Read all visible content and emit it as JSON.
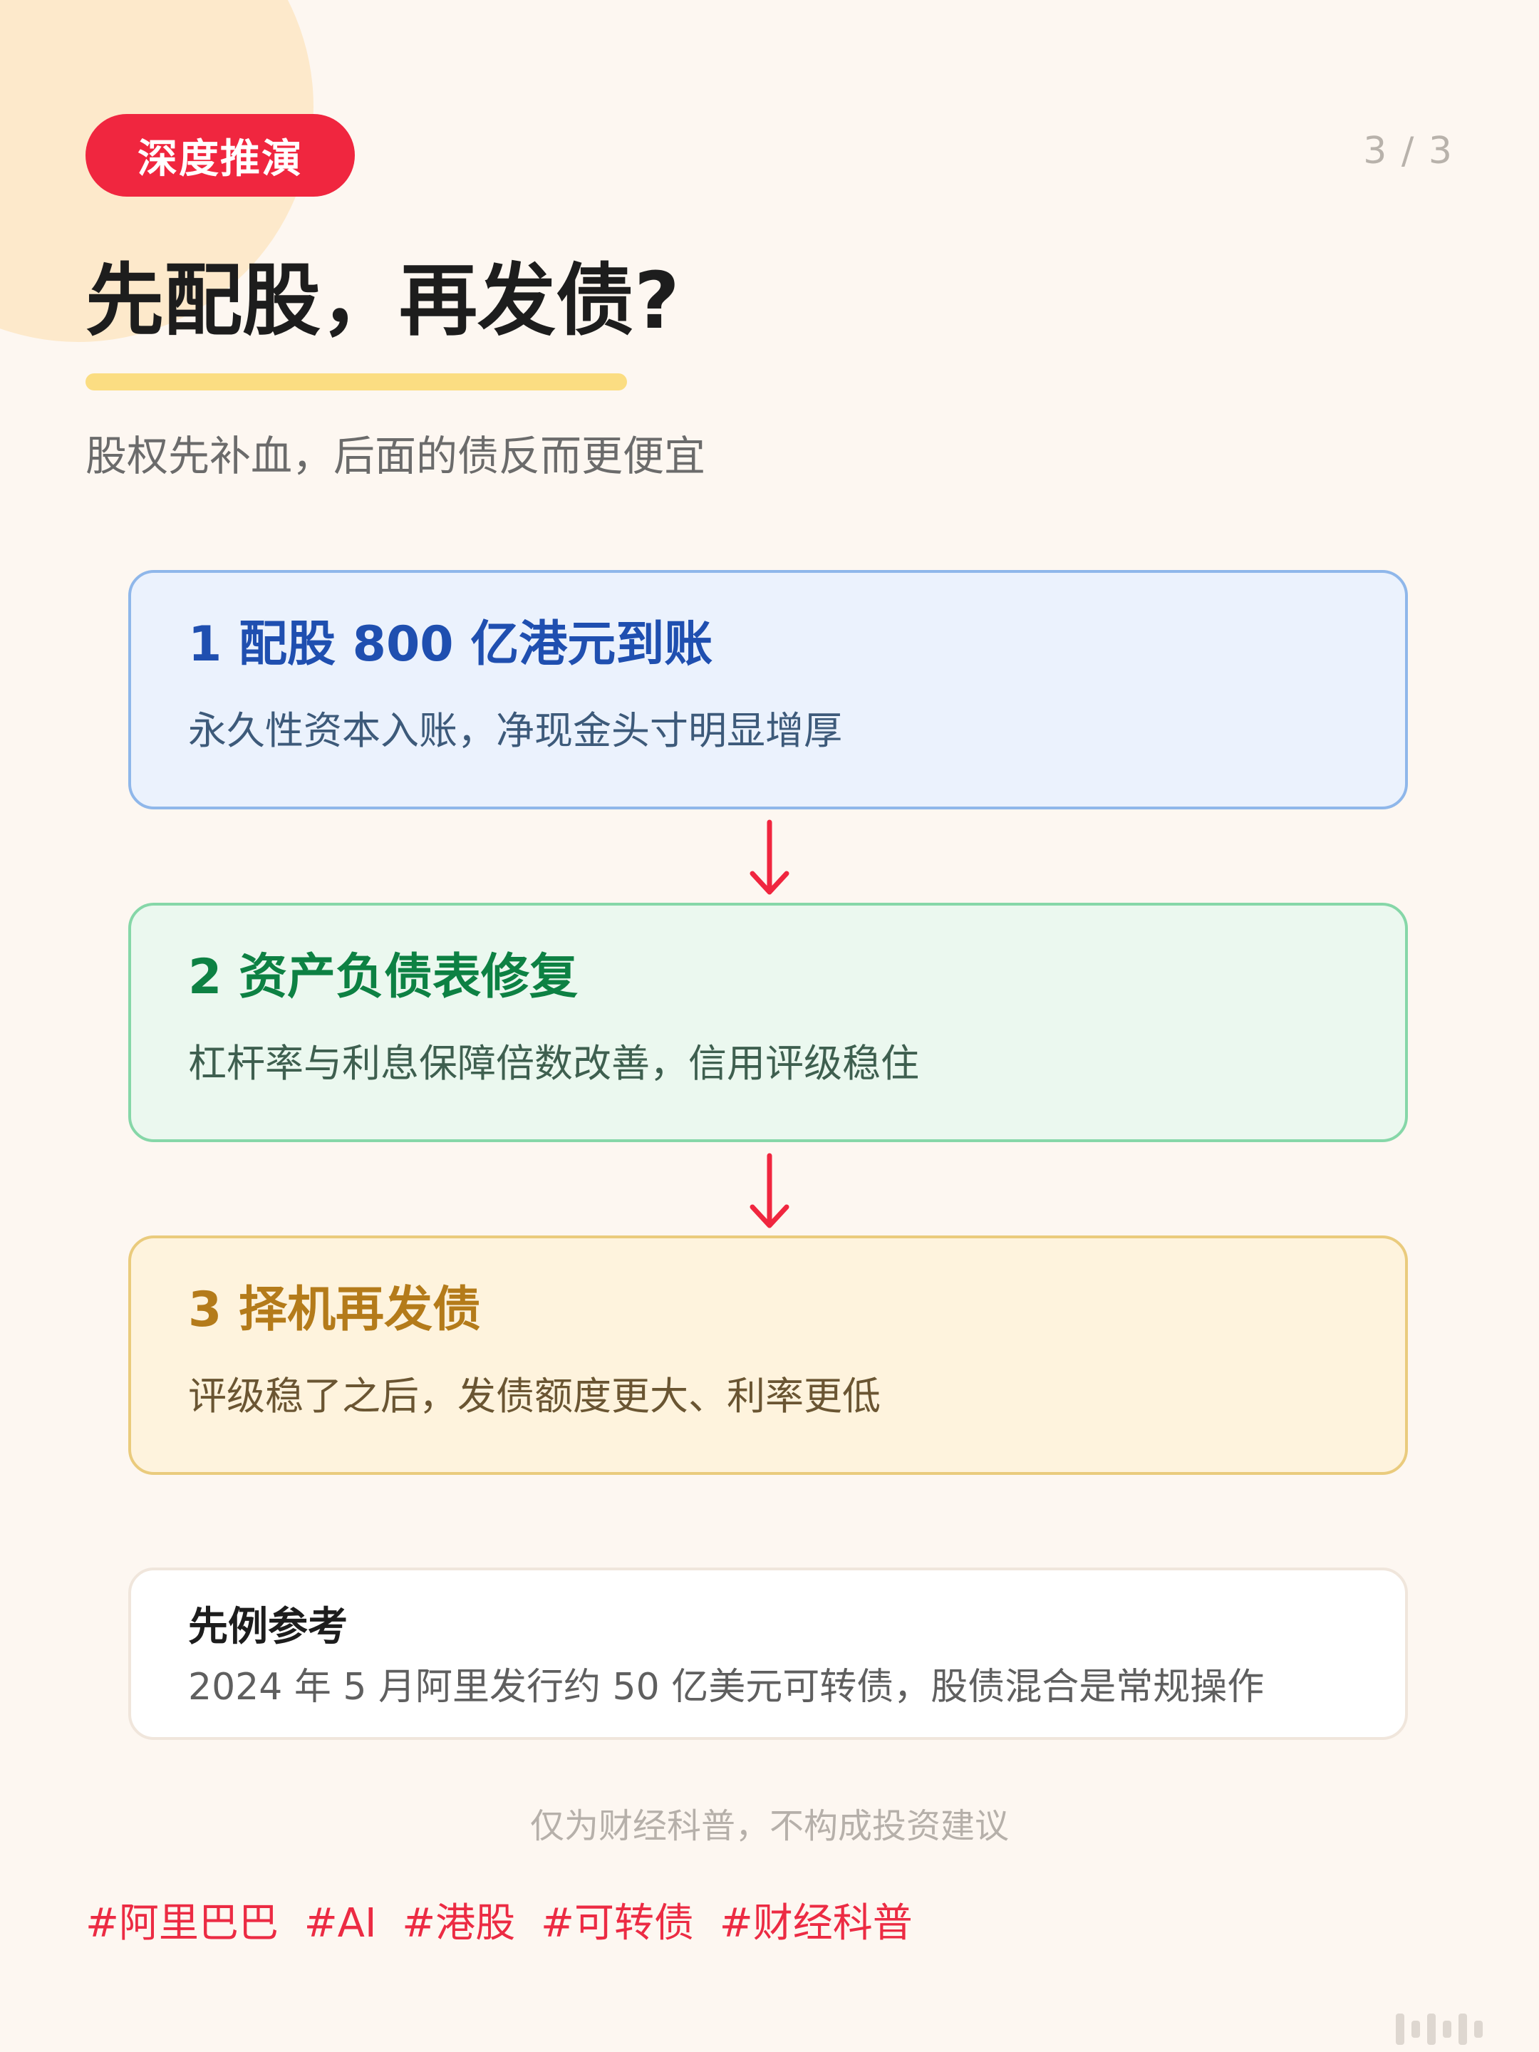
{
  "header": {
    "tag_label": "深度推演",
    "page_counter": "3 / 3"
  },
  "title": "先配股，再发债?",
  "subtitle": "股权先补血，后面的债反而更便宜",
  "steps": [
    {
      "heading": "1 配股 800 亿港元到账",
      "desc": "永久性资本入账，净现金头寸明显增厚",
      "accent": "#1f4fb0"
    },
    {
      "heading": "2 资产负债表修复",
      "desc": "杠杆率与利息保障倍数改善，信用评级稳住",
      "accent": "#0d8143"
    },
    {
      "heading": "3 择机再发债",
      "desc": "评级稳了之后，发债额度更大、利率更低",
      "accent": "#b47b1a"
    }
  ],
  "arrow_color": "#f0263f",
  "reference": {
    "title": "先例参考",
    "body": "2024 年 5 月阿里发行约 50 亿美元可转债，股债混合是常规操作"
  },
  "disclaimer": "仅为财经科普，不构成投资建议",
  "hashtags": [
    "#阿里巴巴",
    "#AI",
    "#港股",
    "#可转债",
    "#财经科普"
  ]
}
